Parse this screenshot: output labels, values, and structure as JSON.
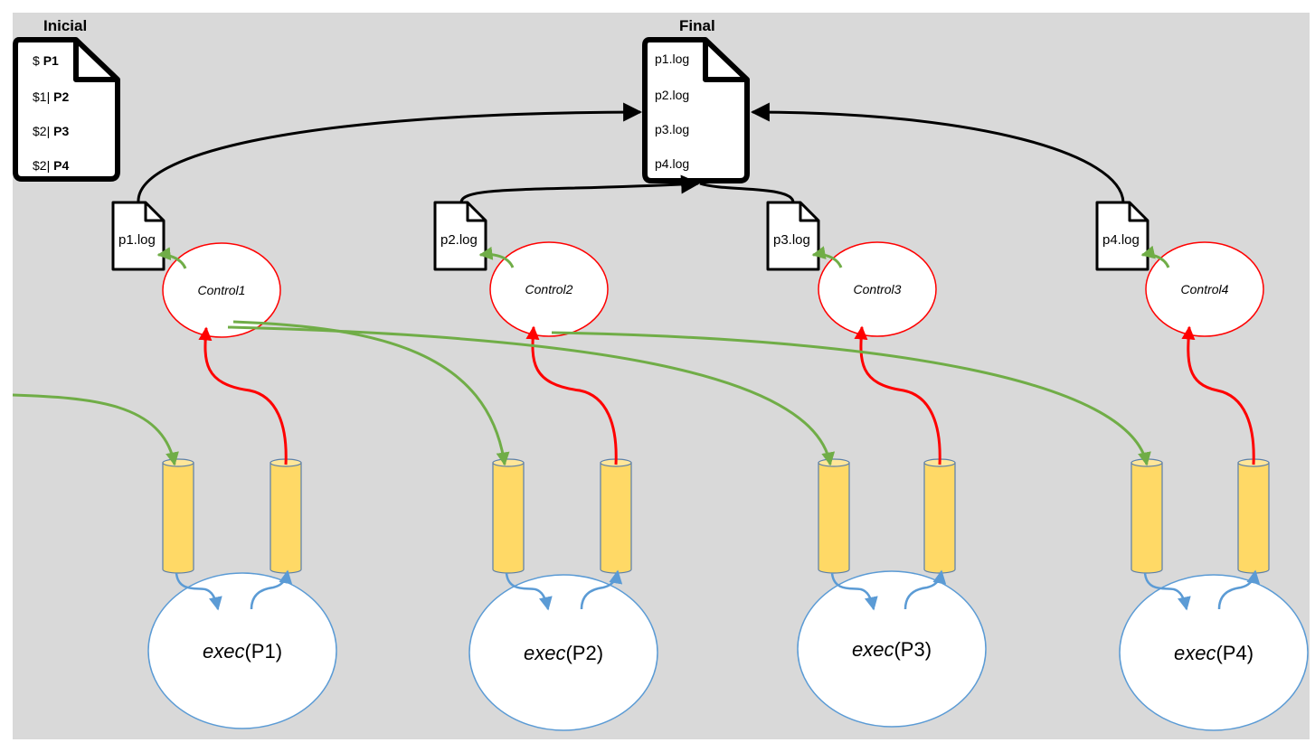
{
  "initial": {
    "title": "Inicial",
    "lines": [
      {
        "prefix": "$ ",
        "cmd": "P1"
      },
      {
        "prefix": "$1| ",
        "cmd": "P2"
      },
      {
        "prefix": "$2| ",
        "cmd": "P3"
      },
      {
        "prefix": "$2| ",
        "cmd": "P4"
      }
    ]
  },
  "final": {
    "title": "Final",
    "lines": [
      "p1.log",
      "p2.log",
      "p3.log",
      "p4.log"
    ]
  },
  "stages": [
    {
      "log": "p1.log",
      "control": "Control1",
      "exec_word": "exec",
      "exec_arg": "(P1)"
    },
    {
      "log": "p2.log",
      "control": "Control2",
      "exec_word": "exec",
      "exec_arg": "(P2)"
    },
    {
      "log": "p3.log",
      "control": "Control3",
      "exec_word": "exec",
      "exec_arg": "(P3)"
    },
    {
      "log": "p4.log",
      "control": "Control4",
      "exec_word": "exec",
      "exec_arg": "(P4)"
    }
  ],
  "colors": {
    "background": "#d9d9d9",
    "control_stroke": "#ff0000",
    "exec_stroke": "#5b9bd5",
    "pipe_fill": "#ffd966",
    "green_arrow": "#70ad47",
    "red_arrow": "#ff0000",
    "blue_arrow": "#5b9bd5"
  }
}
